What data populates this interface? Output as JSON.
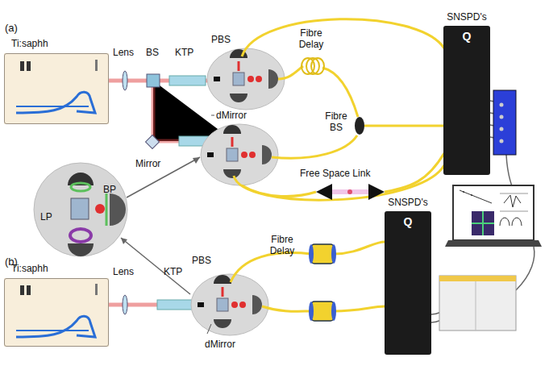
{
  "diagram": {
    "nodes": [
      {
        "text": [
          "Ti:saphh"
        ]
      },
      {
        "text": [
          "Fibre BS"
        ]
      },
      {
        "text": [
          "SNSPD's",
          "Q"
        ]
      },
      {
        "text": [
          "Ti:saphh"
        ]
      },
      {
        "text": [
          "SNSPD's",
          "Q"
        ]
      }
    ],
    "edges": [
      {
        "from": 1,
        "to": 2,
        "arrow": "none"
      }
    ],
    "labels": [
      "(a)",
      "Lens",
      "BS",
      "KTP",
      "PBS",
      "Fibre Delay",
      "dMirror",
      "Mirror",
      "Free Space Link",
      "BP",
      "LP",
      "(b)",
      "Lens",
      "KTP",
      "PBS",
      "dMirror",
      "Fibre Delay"
    ]
  }
}
